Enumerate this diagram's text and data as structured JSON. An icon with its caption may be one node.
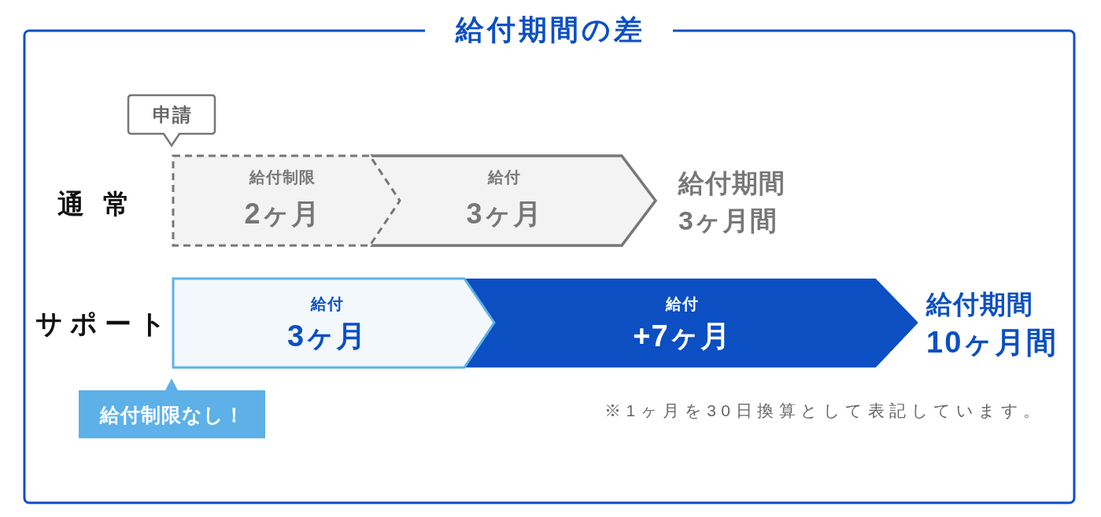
{
  "diagram": {
    "nodes": [
      {
        "text": [
          "給付期間の差"
        ]
      },
      {
        "text": [
          "申請"
        ],
        "in": 0
      },
      {
        "text": [
          "給付制限",
          "2ヶ月"
        ],
        "in": 0
      },
      {
        "text": [
          "給付",
          "3ヶ月"
        ],
        "in": 0,
        "beside": [
          "給付期間",
          "3ヶ月間"
        ]
      },
      {
        "text": [
          "給付",
          "3ヶ月"
        ],
        "in": 0
      },
      {
        "text": [
          "給付",
          "+7ヶ月"
        ],
        "in": 0,
        "beside": [
          "給付期間",
          "10ヶ月間"
        ]
      },
      {
        "text": [
          "給付制限なし！"
        ],
        "in": 0
      }
    ],
    "edges": [],
    "labels": [
      "通常",
      "サポート",
      "※1ヶ月を30日換算として表記しています。"
    ]
  }
}
